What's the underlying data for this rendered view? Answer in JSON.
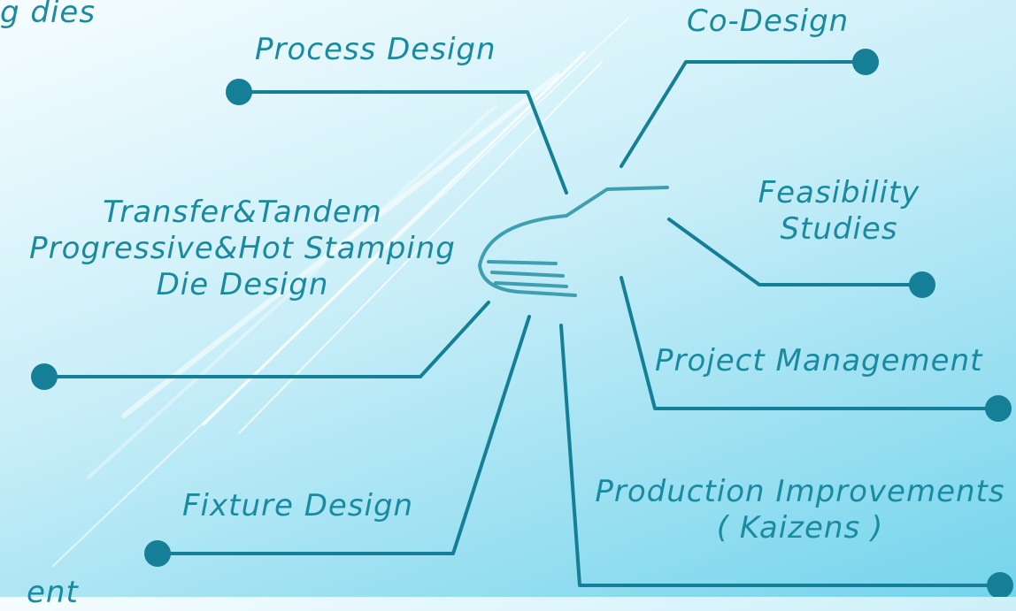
{
  "colors": {
    "line": "#147f96",
    "text": "#1a8aa0",
    "accent": "#ffffff"
  },
  "labels": {
    "partial_top": "g dies",
    "process_design": "Process Design",
    "co_design": "Co-Design",
    "feasibility_1": "Feasibility",
    "feasibility_2": "Studies",
    "transfer_1": "Transfer&Tandem",
    "transfer_2": "Progressive&Hot Stamping",
    "transfer_3": "Die Design",
    "project_management": "Project Management",
    "fixture_design": "Fixture Design",
    "production_1": "Production Improvements",
    "production_2": "( Kaizens )",
    "partial_bottom": "ent"
  },
  "center_icon": "stamping-die-icon"
}
